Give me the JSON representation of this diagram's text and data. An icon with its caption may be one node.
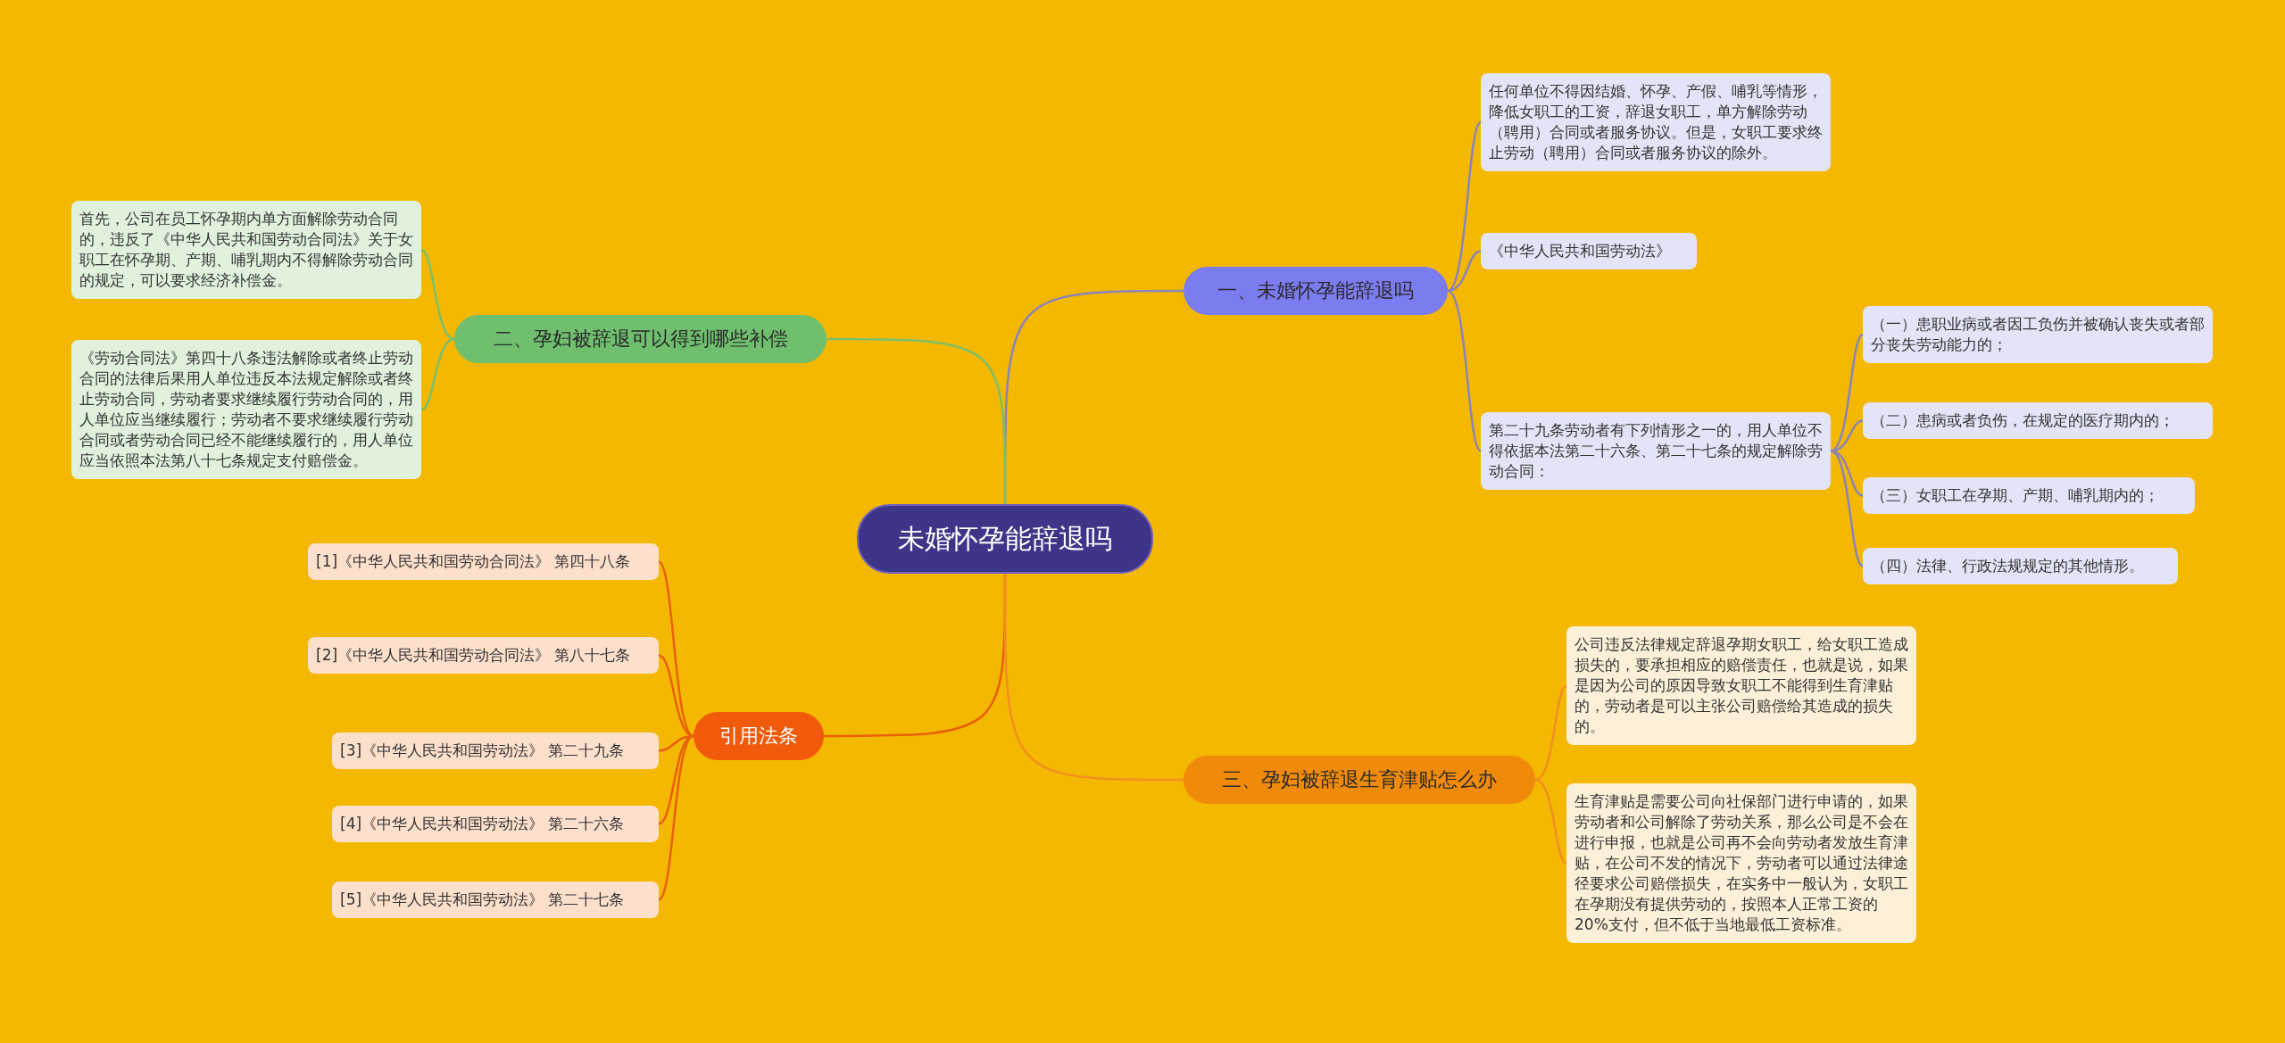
{
  "diagram": {
    "nodes": [
      {
        "text": [
          "未婚怀孕能辞退吗"
        ]
      },
      {
        "text": [
          "一、未婚怀孕能辞退吗"
        ]
      },
      {
        "text": [
          "任何单位不得因结婚、怀孕、产假、哺乳等情形，降低女职工的工资，辞退女职工，单方解除劳动（聘用）合同或者服务协议。但是，女职工要求终止劳动（聘用）合同或者服务协议的除外。"
        ]
      },
      {
        "text": [
          "《中华人民共和国劳动法》"
        ]
      },
      {
        "text": [
          "第二十九条劳动者有下列情形之一的，用人单位不得依据本法第二十六条、第二十七条的规定解除劳动合同："
        ]
      },
      {
        "text": [
          "（一）患职业病或者因工负伤并被确认丧失或者部分丧失劳动能力的；"
        ]
      },
      {
        "text": [
          "（二）患病或者负伤，在规定的医疗期内的；"
        ]
      },
      {
        "text": [
          "（三）女职工在孕期、产期、哺乳期内的；"
        ]
      },
      {
        "text": [
          "（四）法律、行政法规规定的其他情形。"
        ]
      },
      {
        "text": [
          "二、孕妇被辞退可以得到哪些补偿"
        ]
      },
      {
        "text": [
          "首先，公司在员工怀孕期内单方面解除劳动合同的，违反了《中华人民共和国劳动合同法》关于女职工在怀孕期、产期、哺乳期内不得解除劳动合同的规定，可以要求经济补偿金。"
        ]
      },
      {
        "text": [
          "《劳动合同法》第四十八条违法解除或者终止劳动合同的法律后果用人单位违反本法规定解除或者终止劳动合同，劳动者要求继续履行劳动合同的，用人单位应当继续履行；劳动者不要求继续履行劳动合同或者劳动合同已经不能继续履行的，用人单位应当依照本法第八十七条规定支付赔偿金。"
        ]
      },
      {
        "text": [
          "引用法条"
        ]
      },
      {
        "text": [
          "[1]《中华人民共和国劳动合同法》 第四十八条"
        ]
      },
      {
        "text": [
          "[2]《中华人民共和国劳动合同法》 第八十七条"
        ]
      },
      {
        "text": [
          "[3]《中华人民共和国劳动法》 第二十九条"
        ]
      },
      {
        "text": [
          "[4]《中华人民共和国劳动法》 第二十六条"
        ]
      },
      {
        "text": [
          "[5]《中华人民共和国劳动法》 第二十七条"
        ]
      },
      {
        "text": [
          "三、孕妇被辞退生育津贴怎么办"
        ]
      },
      {
        "text": [
          "公司违反法律规定辞退孕期女职工，给女职工造成损失的，要承担相应的赔偿责任，也就是说，如果是因为公司的原因导致女职工不能得到生育津贴的，劳动者是可以主张公司赔偿给其造成的损失的。"
        ]
      },
      {
        "text": [
          "生育津贴是需要公司向社保部门进行申请的，如果劳动者和公司解除了劳动关系，那么公司是不会在进行申报，也就是公司再不会向劳动者发放生育津贴，在公司不发的情况下，劳动者可以通过法律途径要求公司赔偿损失，在实务中一般认为，女职工在孕期没有提供劳动的，按照本人正常工资的20%支付，但不低于当地最低工资标准。"
        ]
      }
    ],
    "edges": [
      {
        "from": 0,
        "to": 1,
        "arrow": "none",
        "color": "#8a84b8"
      },
      {
        "from": 1,
        "to": 2,
        "arrow": "none",
        "color": "#8a84b8"
      },
      {
        "from": 1,
        "to": 3,
        "arrow": "none",
        "color": "#8a84b8"
      },
      {
        "from": 1,
        "to": 4,
        "arrow": "none",
        "color": "#8a84b8"
      },
      {
        "from": 4,
        "to": 5,
        "arrow": "none",
        "color": "#8a84b8"
      },
      {
        "from": 4,
        "to": 6,
        "arrow": "none",
        "color": "#8a84b8"
      },
      {
        "from": 4,
        "to": 7,
        "arrow": "none",
        "color": "#8a84b8"
      },
      {
        "from": 4,
        "to": 8,
        "arrow": "none",
        "color": "#8a84b8"
      },
      {
        "from": 0,
        "to": 9,
        "arrow": "none",
        "color": "#7cbf6a"
      },
      {
        "from": 9,
        "to": 10,
        "arrow": "none",
        "color": "#7cbf6a"
      },
      {
        "from": 9,
        "to": 11,
        "arrow": "none",
        "color": "#7cbf6a"
      },
      {
        "from": 0,
        "to": 12,
        "arrow": "none",
        "color": "#e8600a"
      },
      {
        "from": 12,
        "to": 13,
        "arrow": "none",
        "color": "#e8600a"
      },
      {
        "from": 12,
        "to": 14,
        "arrow": "none",
        "color": "#e8600a"
      },
      {
        "from": 12,
        "to": 15,
        "arrow": "none",
        "color": "#e8600a"
      },
      {
        "from": 12,
        "to": 16,
        "arrow": "none",
        "color": "#e8600a"
      },
      {
        "from": 12,
        "to": 17,
        "arrow": "none",
        "color": "#e8600a"
      },
      {
        "from": 0,
        "to": 18,
        "arrow": "none",
        "color": "#f09020"
      },
      {
        "from": 18,
        "to": 19,
        "arrow": "none",
        "color": "#f09020"
      },
      {
        "from": 18,
        "to": 20,
        "arrow": "none",
        "color": "#f09020"
      }
    ]
  }
}
